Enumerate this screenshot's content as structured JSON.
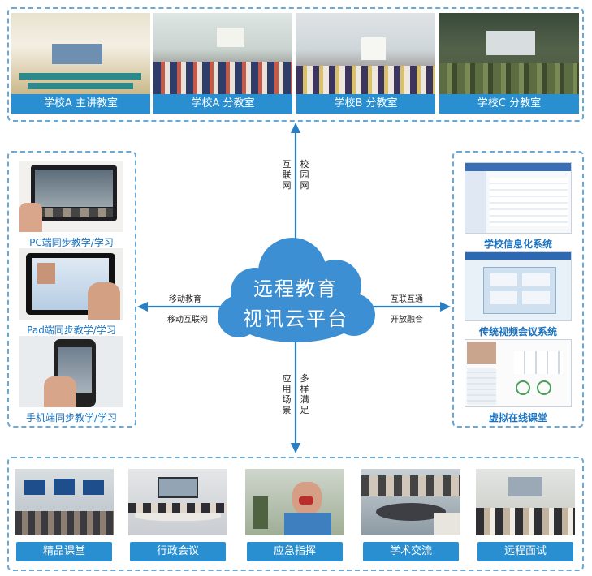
{
  "colors": {
    "accent": "#2a8fd0",
    "panel_border": "#6aa9d6",
    "arrow": "#2a7fc3",
    "cloud": "#3d8fd4"
  },
  "top": {
    "items": [
      {
        "label": "学校A 主讲教室"
      },
      {
        "label": "学校A 分教室"
      },
      {
        "label": "学校B 分教室"
      },
      {
        "label": "学校C 分教室"
      }
    ]
  },
  "left": {
    "items": [
      {
        "label": "PC端同步教学/学习"
      },
      {
        "label": "Pad端同步教学/学习"
      },
      {
        "label": "手机端同步教学/学习"
      }
    ]
  },
  "right": {
    "items": [
      {
        "label": "学校信息化系统"
      },
      {
        "label": "传统视频会议系统"
      },
      {
        "label": "虚拟在线课堂"
      }
    ]
  },
  "bottom": {
    "items": [
      {
        "label": "精品课堂"
      },
      {
        "label": "行政会议"
      },
      {
        "label": "应急指挥"
      },
      {
        "label": "学术交流"
      },
      {
        "label": "远程面试"
      }
    ]
  },
  "center": {
    "line1": "远程教育",
    "line2": "视讯云平台"
  },
  "arrows": {
    "up_left": "互联网",
    "up_right": "校园网",
    "left_top": "移动教育",
    "left_bottom": "移动互联网",
    "right_top": "互联互通",
    "right_bottom": "开放融合",
    "down_left": "应用场景",
    "down_right": "多样满足"
  }
}
